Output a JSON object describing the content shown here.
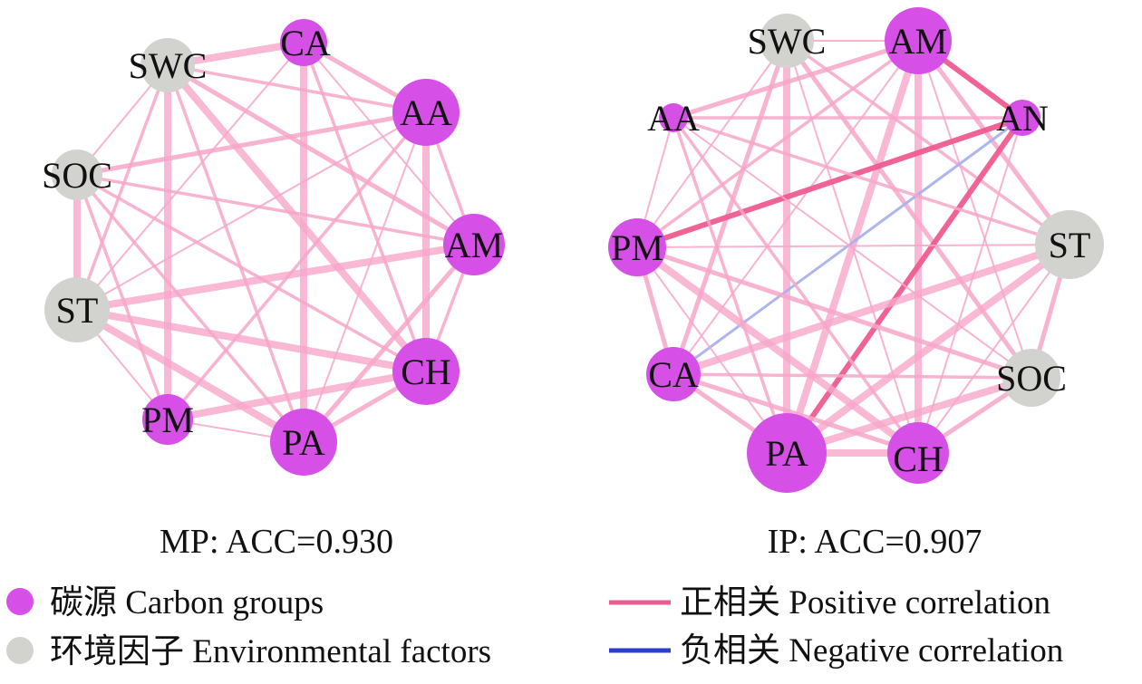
{
  "colors": {
    "carbon_node": "#d64fe6",
    "env_node": "#d2d3cf",
    "positive_edge": "#f7a6c9",
    "positive_strong": "#ef5b8f",
    "negative_edge": "#a9b1ee",
    "legend_positive": "#ec5a90",
    "legend_negative": "#2a3fcf"
  },
  "networks": [
    {
      "caption": "MP: ACC=0.930",
      "nodes": [
        {
          "id": "CA",
          "label": "CA",
          "group": "carbon"
        },
        {
          "id": "AA",
          "label": "AA",
          "group": "carbon"
        },
        {
          "id": "AM",
          "label": "AM",
          "group": "carbon"
        },
        {
          "id": "CH",
          "label": "CH",
          "group": "carbon"
        },
        {
          "id": "PA",
          "label": "PA",
          "group": "carbon"
        },
        {
          "id": "PM",
          "label": "PM",
          "group": "carbon"
        },
        {
          "id": "ST",
          "label": "ST",
          "group": "env"
        },
        {
          "id": "SOC",
          "label": "SOC",
          "group": "env"
        },
        {
          "id": "SWC",
          "label": "SWC",
          "group": "env"
        }
      ],
      "edges": [
        {
          "source": "SWC",
          "target": "CA",
          "sign": "positive"
        },
        {
          "source": "SWC",
          "target": "AA",
          "sign": "positive"
        },
        {
          "source": "SWC",
          "target": "AM",
          "sign": "positive"
        },
        {
          "source": "SWC",
          "target": "CH",
          "sign": "positive"
        },
        {
          "source": "SWC",
          "target": "PA",
          "sign": "positive"
        },
        {
          "source": "SWC",
          "target": "PM",
          "sign": "positive"
        },
        {
          "source": "SWC",
          "target": "SOC",
          "sign": "positive"
        },
        {
          "source": "SWC",
          "target": "ST",
          "sign": "positive"
        },
        {
          "source": "CA",
          "target": "AA",
          "sign": "positive"
        },
        {
          "source": "CA",
          "target": "AM",
          "sign": "positive"
        },
        {
          "source": "CA",
          "target": "CH",
          "sign": "positive"
        },
        {
          "source": "CA",
          "target": "PA",
          "sign": "positive"
        },
        {
          "source": "CA",
          "target": "ST",
          "sign": "positive"
        },
        {
          "source": "AA",
          "target": "AM",
          "sign": "positive"
        },
        {
          "source": "AA",
          "target": "CH",
          "sign": "positive"
        },
        {
          "source": "AA",
          "target": "PA",
          "sign": "positive"
        },
        {
          "source": "AA",
          "target": "PM",
          "sign": "positive"
        },
        {
          "source": "AA",
          "target": "SOC",
          "sign": "positive"
        },
        {
          "source": "AA",
          "target": "ST",
          "sign": "positive"
        },
        {
          "source": "AM",
          "target": "CH",
          "sign": "positive"
        },
        {
          "source": "AM",
          "target": "PA",
          "sign": "positive"
        },
        {
          "source": "AM",
          "target": "ST",
          "sign": "positive"
        },
        {
          "source": "AM",
          "target": "SOC",
          "sign": "positive"
        },
        {
          "source": "CH",
          "target": "PM",
          "sign": "positive"
        },
        {
          "source": "CH",
          "target": "ST",
          "sign": "positive"
        },
        {
          "source": "CH",
          "target": "SOC",
          "sign": "positive"
        },
        {
          "source": "CH",
          "target": "PA",
          "sign": "positive"
        },
        {
          "source": "PA",
          "target": "PM",
          "sign": "positive"
        },
        {
          "source": "PA",
          "target": "SOC",
          "sign": "positive"
        },
        {
          "source": "PA",
          "target": "ST",
          "sign": "positive"
        },
        {
          "source": "PM",
          "target": "ST",
          "sign": "positive"
        },
        {
          "source": "PM",
          "target": "SOC",
          "sign": "positive"
        },
        {
          "source": "ST",
          "target": "SOC",
          "sign": "positive"
        }
      ]
    },
    {
      "caption": "IP: ACC=0.907",
      "nodes": [
        {
          "id": "SWC",
          "label": "SWC",
          "group": "env"
        },
        {
          "id": "AM",
          "label": "AM",
          "group": "carbon"
        },
        {
          "id": "AN",
          "label": "AN",
          "group": "carbon"
        },
        {
          "id": "ST",
          "label": "ST",
          "group": "env"
        },
        {
          "id": "SOC",
          "label": "SOC",
          "group": "env"
        },
        {
          "id": "CH",
          "label": "CH",
          "group": "carbon"
        },
        {
          "id": "PA",
          "label": "PA",
          "group": "carbon"
        },
        {
          "id": "CA",
          "label": "CA",
          "group": "carbon"
        },
        {
          "id": "PM",
          "label": "PM",
          "group": "carbon"
        },
        {
          "id": "AA",
          "label": "AA",
          "group": "carbon"
        }
      ],
      "edges": [
        {
          "source": "SWC",
          "target": "AM",
          "sign": "positive"
        },
        {
          "source": "SWC",
          "target": "ST",
          "sign": "positive"
        },
        {
          "source": "SWC",
          "target": "SOC",
          "sign": "positive"
        },
        {
          "source": "SWC",
          "target": "CH",
          "sign": "positive"
        },
        {
          "source": "SWC",
          "target": "PA",
          "sign": "positive"
        },
        {
          "source": "SWC",
          "target": "CA",
          "sign": "positive"
        },
        {
          "source": "SWC",
          "target": "PM",
          "sign": "positive"
        },
        {
          "source": "AM",
          "target": "AN",
          "sign": "positive"
        },
        {
          "source": "AM",
          "target": "ST",
          "sign": "positive"
        },
        {
          "source": "AM",
          "target": "SOC",
          "sign": "positive"
        },
        {
          "source": "AM",
          "target": "CH",
          "sign": "positive"
        },
        {
          "source": "AM",
          "target": "PA",
          "sign": "positive"
        },
        {
          "source": "AM",
          "target": "CA",
          "sign": "positive"
        },
        {
          "source": "AM",
          "target": "PM",
          "sign": "positive"
        },
        {
          "source": "AM",
          "target": "AA",
          "sign": "positive"
        },
        {
          "source": "AN",
          "target": "PM",
          "sign": "positive"
        },
        {
          "source": "AN",
          "target": "CA",
          "sign": "negative"
        },
        {
          "source": "AN",
          "target": "PA",
          "sign": "positive"
        },
        {
          "source": "AN",
          "target": "CH",
          "sign": "positive"
        },
        {
          "source": "AN",
          "target": "AA",
          "sign": "positive"
        },
        {
          "source": "ST",
          "target": "SOC",
          "sign": "positive"
        },
        {
          "source": "ST",
          "target": "CH",
          "sign": "positive"
        },
        {
          "source": "ST",
          "target": "PA",
          "sign": "positive"
        },
        {
          "source": "ST",
          "target": "CA",
          "sign": "positive"
        },
        {
          "source": "ST",
          "target": "PM",
          "sign": "positive"
        },
        {
          "source": "ST",
          "target": "AA",
          "sign": "positive"
        },
        {
          "source": "SOC",
          "target": "CH",
          "sign": "positive"
        },
        {
          "source": "SOC",
          "target": "PA",
          "sign": "positive"
        },
        {
          "source": "SOC",
          "target": "CA",
          "sign": "positive"
        },
        {
          "source": "SOC",
          "target": "PM",
          "sign": "positive"
        },
        {
          "source": "SOC",
          "target": "AA",
          "sign": "positive"
        },
        {
          "source": "CH",
          "target": "PA",
          "sign": "positive"
        },
        {
          "source": "CH",
          "target": "CA",
          "sign": "positive"
        },
        {
          "source": "CH",
          "target": "PM",
          "sign": "positive"
        },
        {
          "source": "CH",
          "target": "AA",
          "sign": "positive"
        },
        {
          "source": "PA",
          "target": "CA",
          "sign": "positive"
        },
        {
          "source": "PA",
          "target": "PM",
          "sign": "positive"
        },
        {
          "source": "PA",
          "target": "AA",
          "sign": "positive"
        },
        {
          "source": "CA",
          "target": "PM",
          "sign": "positive"
        },
        {
          "source": "PM",
          "target": "AA",
          "sign": "positive"
        }
      ]
    }
  ],
  "legend": {
    "carbon": "碳源 Carbon groups",
    "env": "环境因子 Environmental factors",
    "positive": "正相关 Positive correlation",
    "negative": "负相关 Negative correlation"
  }
}
